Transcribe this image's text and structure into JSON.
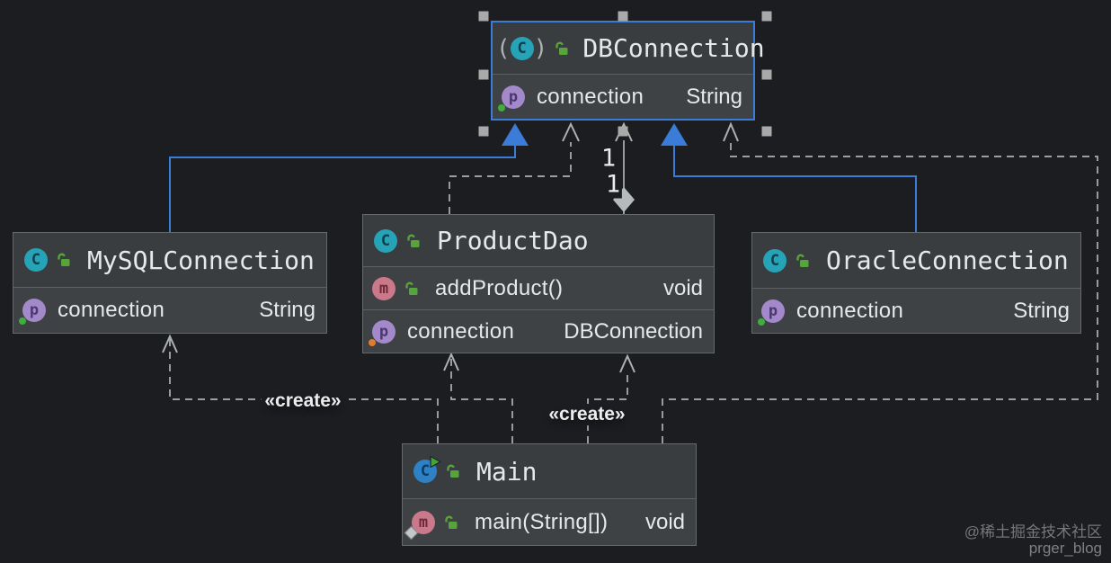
{
  "colors": {
    "canvas-bg": "#1b1d20",
    "accent-blue": "#3a7cd8",
    "edge-gray": "#aeb1b3",
    "box-bg-header": "#3a3d3f",
    "box-bg-row": "#3e4244",
    "box-border": "#66696c",
    "divider": "#5c6062",
    "text-primary": "#e6e8e9",
    "class-icon-teal": "#27a3b7",
    "class-icon-blue": "#2d81c4",
    "property-icon-purple": "#a389c9",
    "method-icon-rose": "#c9798a",
    "lock-green": "#57a43c",
    "dot-green": "#3fae3a",
    "dot-orange": "#e07c30",
    "handle-gray": "#a9a9a9",
    "watermark-gray": "#74777b"
  },
  "icon_letters": {
    "class": "C",
    "property": "p",
    "method": "m"
  },
  "decor": {
    "paren_left": "(",
    "paren_right": ")"
  },
  "classes": [
    {
      "name": "DBConnection",
      "selected": true,
      "members": [
        {
          "name": "connection",
          "type": "String"
        }
      ]
    },
    {
      "name": "MySQLConnection",
      "members": [
        {
          "name": "connection",
          "type": "String"
        }
      ]
    },
    {
      "name": "ProductDao",
      "members": [
        {
          "name": "addProduct()",
          "type": "void"
        },
        {
          "name": "connection",
          "type": "DBConnection"
        }
      ]
    },
    {
      "name": "OracleConnection",
      "members": [
        {
          "name": "connection",
          "type": "String"
        }
      ]
    },
    {
      "name": "Main",
      "members": [
        {
          "name": "main(String[])",
          "type": "void"
        }
      ]
    }
  ],
  "edge_labels": {
    "create_main_mysql": "«create»",
    "create_main_productdao": "«create»",
    "multiplicity_near_target": "1",
    "multiplicity_near_source": "1"
  },
  "watermark": {
    "line1": "@稀土掘金技术社区",
    "line2": "prger_blog"
  }
}
